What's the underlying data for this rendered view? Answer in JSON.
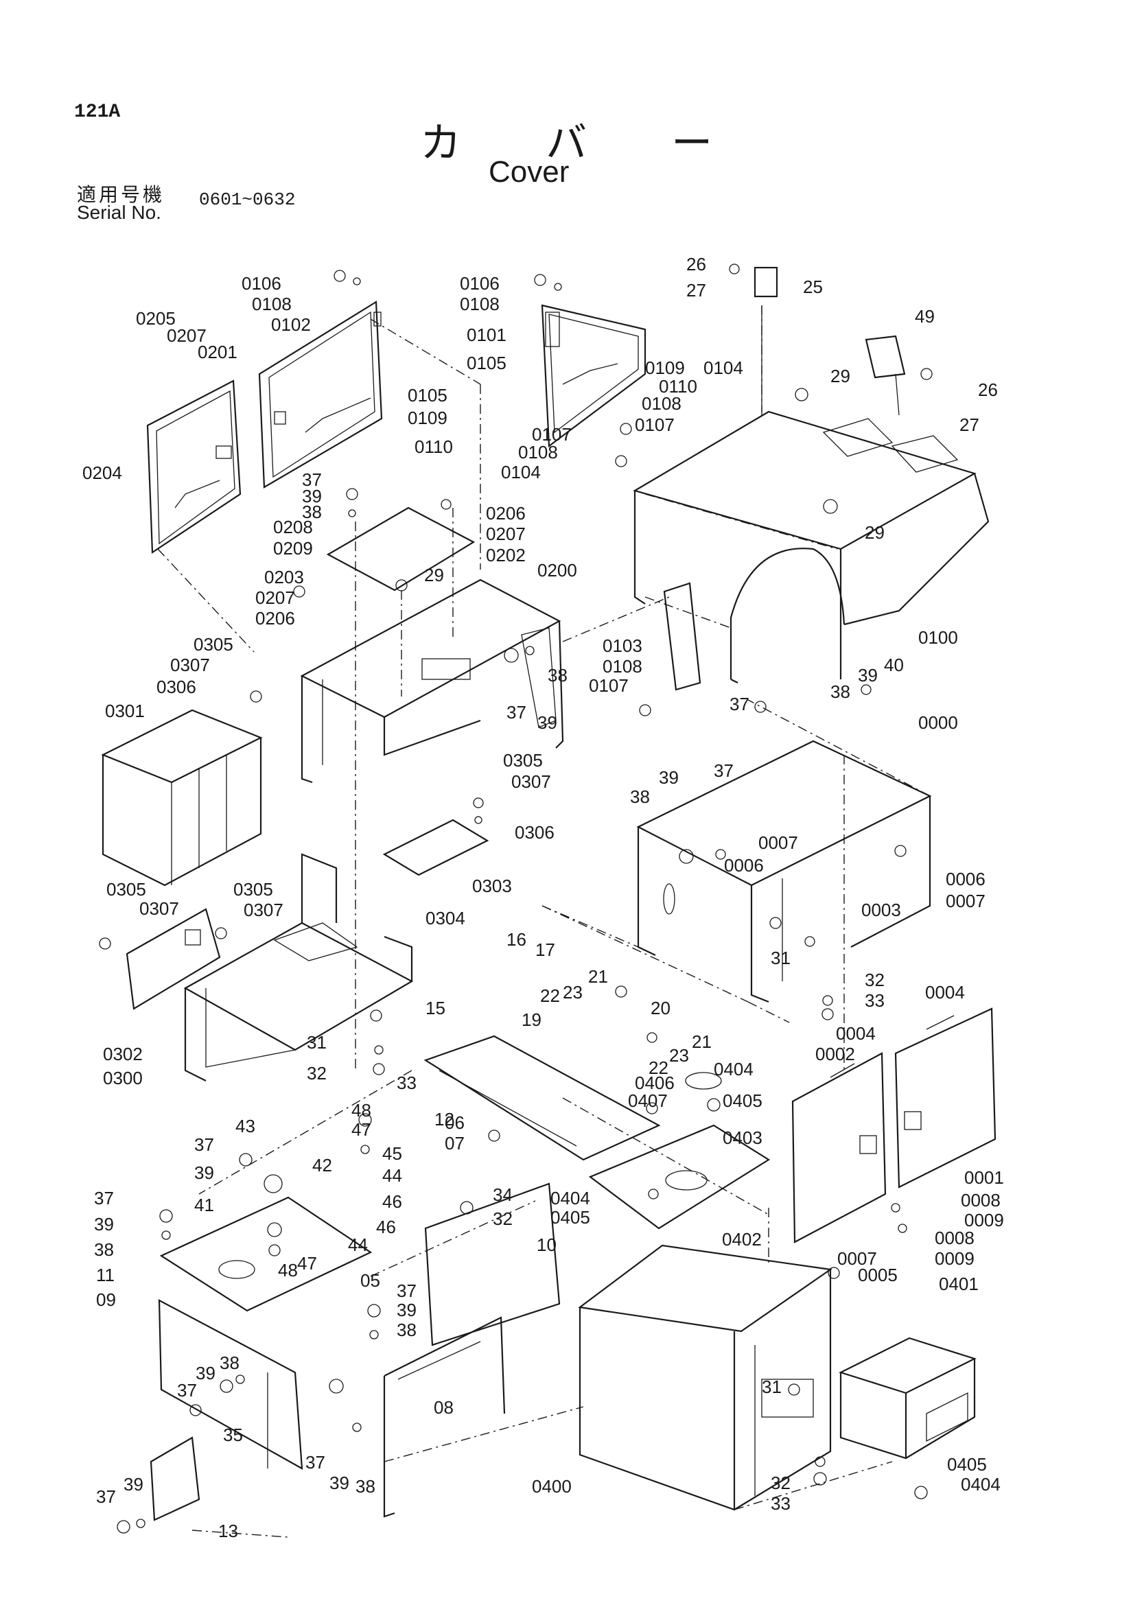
{
  "page": {
    "page_id": "121A",
    "title_jp": "カ バ ー",
    "title_en": "Cover",
    "serial_label_jp": "適用号機",
    "serial_label_en": "Serial No.",
    "serial_range": "0601~0632"
  },
  "callouts": [
    {
      "id": "c1",
      "text": "26"
    },
    {
      "id": "c2",
      "text": "27"
    },
    {
      "id": "c3",
      "text": "25"
    },
    {
      "id": "c4",
      "text": "49"
    },
    {
      "id": "c5",
      "text": "26"
    },
    {
      "id": "c6",
      "text": "27"
    },
    {
      "id": "c7",
      "text": "29"
    },
    {
      "id": "c8",
      "text": "29"
    },
    {
      "id": "c9",
      "text": "0106"
    },
    {
      "id": "c10",
      "text": "0108"
    },
    {
      "id": "c11",
      "text": "0102"
    },
    {
      "id": "c12",
      "text": "0205"
    },
    {
      "id": "c13",
      "text": "0207"
    },
    {
      "id": "c14",
      "text": "0201"
    },
    {
      "id": "c15",
      "text": "0105"
    },
    {
      "id": "c16",
      "text": "0109"
    },
    {
      "id": "c17",
      "text": "0110"
    },
    {
      "id": "c18",
      "text": "0204"
    },
    {
      "id": "c19",
      "text": "0208"
    },
    {
      "id": "c20",
      "text": "0209"
    },
    {
      "id": "c21",
      "text": "0106"
    },
    {
      "id": "c22",
      "text": "0108"
    },
    {
      "id": "c23",
      "text": "0101"
    },
    {
      "id": "c24",
      "text": "0105"
    },
    {
      "id": "c25",
      "text": "0109"
    },
    {
      "id": "c26",
      "text": "0104"
    },
    {
      "id": "c27",
      "text": "0110"
    },
    {
      "id": "c28",
      "text": "0108"
    },
    {
      "id": "c29",
      "text": "0107"
    },
    {
      "id": "c30",
      "text": "0107"
    },
    {
      "id": "c31",
      "text": "0108"
    },
    {
      "id": "c32",
      "text": "0104"
    },
    {
      "id": "c33",
      "text": "37"
    },
    {
      "id": "c34",
      "text": "39"
    },
    {
      "id": "c35",
      "text": "38"
    },
    {
      "id": "c36",
      "text": "0206"
    },
    {
      "id": "c37",
      "text": "0207"
    },
    {
      "id": "c38",
      "text": "0202"
    },
    {
      "id": "c39",
      "text": "0203"
    },
    {
      "id": "c40",
      "text": "29"
    },
    {
      "id": "c41",
      "text": "0200"
    },
    {
      "id": "c42",
      "text": "0207"
    },
    {
      "id": "c43",
      "text": "0206"
    },
    {
      "id": "c44",
      "text": "0103"
    },
    {
      "id": "c45",
      "text": "0108"
    },
    {
      "id": "c46",
      "text": "0107"
    },
    {
      "id": "c47",
      "text": "0100"
    },
    {
      "id": "c48",
      "text": "0305"
    },
    {
      "id": "c49",
      "text": "0307"
    },
    {
      "id": "c50",
      "text": "0306"
    },
    {
      "id": "c51",
      "text": "0301"
    },
    {
      "id": "c52",
      "text": "38"
    },
    {
      "id": "c53",
      "text": "37"
    },
    {
      "id": "c54",
      "text": "39"
    },
    {
      "id": "c55",
      "text": "0305"
    },
    {
      "id": "c56",
      "text": "0307"
    },
    {
      "id": "c57",
      "text": "0306"
    },
    {
      "id": "c58",
      "text": "0303"
    },
    {
      "id": "c59",
      "text": "37"
    },
    {
      "id": "c60",
      "text": "38"
    },
    {
      "id": "c61",
      "text": "39"
    },
    {
      "id": "c62",
      "text": "40"
    },
    {
      "id": "c63",
      "text": "0000"
    },
    {
      "id": "c64",
      "text": "39"
    },
    {
      "id": "c65",
      "text": "37"
    },
    {
      "id": "c66",
      "text": "38"
    },
    {
      "id": "c67",
      "text": "0007"
    },
    {
      "id": "c68",
      "text": "0006"
    },
    {
      "id": "c69",
      "text": "0006"
    },
    {
      "id": "c70",
      "text": "0007"
    },
    {
      "id": "c71",
      "text": "0003"
    },
    {
      "id": "c72",
      "text": "31"
    },
    {
      "id": "c73",
      "text": "0305"
    },
    {
      "id": "c74",
      "text": "0307"
    },
    {
      "id": "c75",
      "text": "0305"
    },
    {
      "id": "c76",
      "text": "0307"
    },
    {
      "id": "c77",
      "text": "0304"
    },
    {
      "id": "c78",
      "text": "0302"
    },
    {
      "id": "c79",
      "text": "0300"
    },
    {
      "id": "c80",
      "text": "16"
    },
    {
      "id": "c81",
      "text": "17"
    },
    {
      "id": "c82",
      "text": "21"
    },
    {
      "id": "c83",
      "text": "22"
    },
    {
      "id": "c84",
      "text": "23"
    },
    {
      "id": "c85",
      "text": "20"
    },
    {
      "id": "c86",
      "text": "15"
    },
    {
      "id": "c87",
      "text": "19"
    },
    {
      "id": "c88",
      "text": "21"
    },
    {
      "id": "c89",
      "text": "23"
    },
    {
      "id": "c90",
      "text": "22"
    },
    {
      "id": "c91",
      "text": "32"
    },
    {
      "id": "c92",
      "text": "33"
    },
    {
      "id": "c93",
      "text": "0004"
    },
    {
      "id": "c94",
      "text": "0004"
    },
    {
      "id": "c95",
      "text": "0002"
    },
    {
      "id": "c96",
      "text": "31"
    },
    {
      "id": "c97",
      "text": "32"
    },
    {
      "id": "c98",
      "text": "33"
    },
    {
      "id": "c99",
      "text": "0404"
    },
    {
      "id": "c100",
      "text": "0406"
    },
    {
      "id": "c101",
      "text": "0407"
    },
    {
      "id": "c102",
      "text": "0405"
    },
    {
      "id": "c103",
      "text": "0403"
    },
    {
      "id": "c104",
      "text": "12"
    },
    {
      "id": "c105",
      "text": "48"
    },
    {
      "id": "c106",
      "text": "47"
    },
    {
      "id": "c107",
      "text": "45"
    },
    {
      "id": "c108",
      "text": "44"
    },
    {
      "id": "c109",
      "text": "46"
    },
    {
      "id": "c110",
      "text": "43"
    },
    {
      "id": "c111",
      "text": "42"
    },
    {
      "id": "c112",
      "text": "37"
    },
    {
      "id": "c113",
      "text": "39"
    },
    {
      "id": "c114",
      "text": "41"
    },
    {
      "id": "c115",
      "text": "46"
    },
    {
      "id": "c116",
      "text": "44"
    },
    {
      "id": "c117",
      "text": "48"
    },
    {
      "id": "c118",
      "text": "47"
    },
    {
      "id": "c119",
      "text": "06"
    },
    {
      "id": "c120",
      "text": "07"
    },
    {
      "id": "c121",
      "text": "34"
    },
    {
      "id": "c122",
      "text": "32"
    },
    {
      "id": "c123",
      "text": "0404"
    },
    {
      "id": "c124",
      "text": "0405"
    },
    {
      "id": "c125",
      "text": "0402"
    },
    {
      "id": "c126",
      "text": "0001"
    },
    {
      "id": "c127",
      "text": "0008"
    },
    {
      "id": "c128",
      "text": "0009"
    },
    {
      "id": "c129",
      "text": "0008"
    },
    {
      "id": "c130",
      "text": "0009"
    },
    {
      "id": "c131",
      "text": "0007"
    },
    {
      "id": "c132",
      "text": "0005"
    },
    {
      "id": "c133",
      "text": "37"
    },
    {
      "id": "c134",
      "text": "39"
    },
    {
      "id": "c135",
      "text": "38"
    },
    {
      "id": "c136",
      "text": "11"
    },
    {
      "id": "c137",
      "text": "09"
    },
    {
      "id": "c138",
      "text": "10"
    },
    {
      "id": "c139",
      "text": "05"
    },
    {
      "id": "c140",
      "text": "37"
    },
    {
      "id": "c141",
      "text": "39"
    },
    {
      "id": "c142",
      "text": "38"
    },
    {
      "id": "c143",
      "text": "0401"
    },
    {
      "id": "c144",
      "text": "38"
    },
    {
      "id": "c145",
      "text": "39"
    },
    {
      "id": "c146",
      "text": "37"
    },
    {
      "id": "c147",
      "text": "35"
    },
    {
      "id": "c148",
      "text": "08"
    },
    {
      "id": "c149",
      "text": "37"
    },
    {
      "id": "c150",
      "text": "39"
    },
    {
      "id": "c151",
      "text": "38"
    },
    {
      "id": "c152",
      "text": "31"
    },
    {
      "id": "c153",
      "text": "39"
    },
    {
      "id": "c154",
      "text": "37"
    },
    {
      "id": "c155",
      "text": "13"
    },
    {
      "id": "c156",
      "text": "0400"
    },
    {
      "id": "c157",
      "text": "32"
    },
    {
      "id": "c158",
      "text": "33"
    },
    {
      "id": "c159",
      "text": "0405"
    },
    {
      "id": "c160",
      "text": "0404"
    }
  ]
}
